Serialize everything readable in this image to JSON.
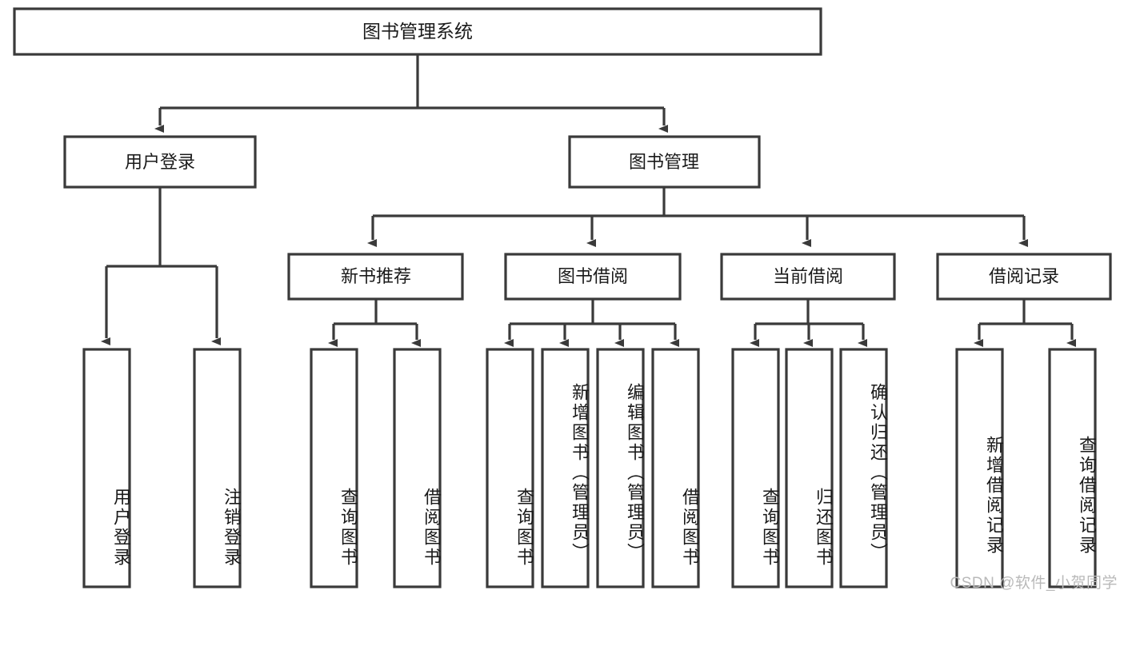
{
  "diagram": {
    "type": "tree",
    "title": "图书管理系统",
    "root": {
      "label": "图书管理系统"
    },
    "level1": [
      {
        "id": "user-login",
        "label": "用户登录"
      },
      {
        "id": "book-manage",
        "label": "图书管理"
      }
    ],
    "level2": [
      {
        "id": "new-book-recommend",
        "label": "新书推荐",
        "parent": "book-manage"
      },
      {
        "id": "book-borrow",
        "label": "图书借阅",
        "parent": "book-manage"
      },
      {
        "id": "current-borrow",
        "label": "当前借阅",
        "parent": "book-manage"
      },
      {
        "id": "borrow-record",
        "label": "借阅记录",
        "parent": "book-manage"
      }
    ],
    "leaves": [
      {
        "id": "leaf-user-login",
        "label": "用户登录",
        "parent": "user-login"
      },
      {
        "id": "leaf-logout-login",
        "label": "注销登录",
        "parent": "user-login"
      },
      {
        "id": "leaf-query-book-1",
        "label": "查询图书",
        "parent": "new-book-recommend"
      },
      {
        "id": "leaf-borrow-book-1",
        "label": "借阅图书",
        "parent": "new-book-recommend"
      },
      {
        "id": "leaf-query-book-2",
        "label": "查询图书",
        "parent": "book-borrow"
      },
      {
        "id": "leaf-add-book",
        "label": "新增图书（管理员）",
        "parent": "book-borrow"
      },
      {
        "id": "leaf-edit-book",
        "label": "编辑图书（管理员）",
        "parent": "book-borrow"
      },
      {
        "id": "leaf-borrow-book-2",
        "label": "借阅图书",
        "parent": "book-borrow"
      },
      {
        "id": "leaf-query-book-3",
        "label": "查询图书",
        "parent": "current-borrow"
      },
      {
        "id": "leaf-return-book",
        "label": "归还图书",
        "parent": "current-borrow"
      },
      {
        "id": "leaf-confirm-return",
        "label": "确认归还（管理员）",
        "parent": "current-borrow"
      },
      {
        "id": "leaf-add-record",
        "label": "新增借阅记录",
        "parent": "borrow-record"
      },
      {
        "id": "leaf-query-record",
        "label": "查询借阅记录",
        "parent": "borrow-record"
      }
    ],
    "colors": {
      "stroke": "#3a3a3a",
      "fill": "#ffffff",
      "text": "#1a1a1a",
      "watermark": "#b9b9b9"
    }
  },
  "watermark": {
    "text": "CSDN @软件_小贺同学"
  }
}
